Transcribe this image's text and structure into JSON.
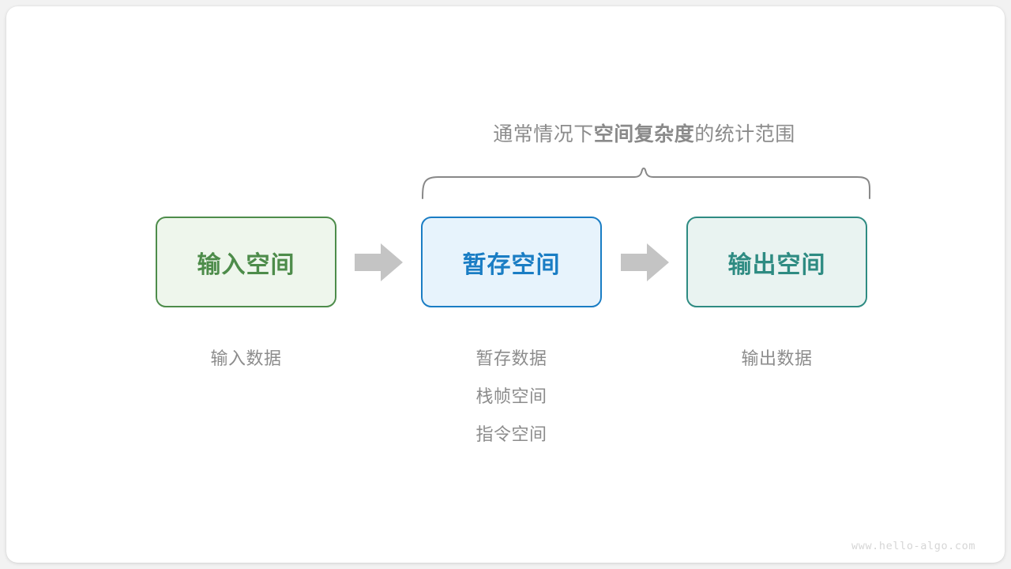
{
  "diagram": {
    "watermark": "www.hello-algo.com",
    "brace": {
      "caption_prefix": "通常情况下",
      "caption_strong": "空间复杂度",
      "caption_suffix": "的统计范围",
      "stroke_color": "#888888"
    },
    "boxes": [
      {
        "id": "input-space",
        "label": "输入空间",
        "border_color": "#4d8c4a",
        "fill_color": "#eef6ec",
        "text_color": "#4d8c4a"
      },
      {
        "id": "temp-space",
        "label": "暂存空间",
        "border_color": "#1a7dc4",
        "fill_color": "#e7f3fc",
        "text_color": "#1a7dc4"
      },
      {
        "id": "output-space",
        "label": "输出空间",
        "border_color": "#2e8b82",
        "fill_color": "#e9f3f1",
        "text_color": "#2e8b82"
      }
    ],
    "arrows": [
      {
        "id": "arrow-input-to-temp",
        "icon": "right-arrow-icon",
        "color": "#c4c4c4"
      },
      {
        "id": "arrow-temp-to-output",
        "icon": "right-arrow-icon",
        "color": "#c4c4c4"
      }
    ],
    "captions": {
      "input": [
        "输入数据"
      ],
      "temp": [
        "暂存数据",
        "栈帧空间",
        "指令空间"
      ],
      "output": [
        "输出数据"
      ],
      "text_color": "#8c8c8c"
    }
  }
}
